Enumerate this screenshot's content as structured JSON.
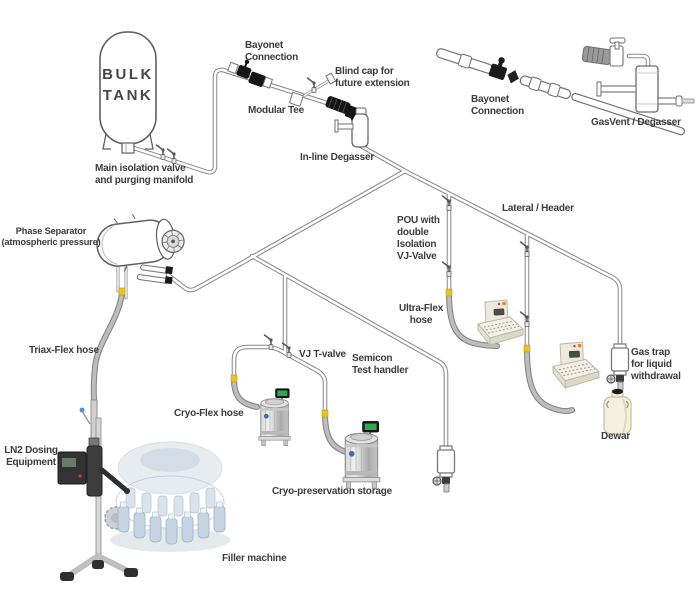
{
  "diagram": {
    "title": "Cryogenic LN2 distribution system schematic",
    "labels": {
      "bulk_tank": "BULK\nTANK",
      "main_isolation_valve": "Main isolation valve\nand purging manifold",
      "bayonet_connection_main": "Bayonet\nConnection",
      "modular_tee": "Modular Tee",
      "blind_cap": "Blind cap for\nfuture extension",
      "inline_degasser": "In-line Degasser",
      "bayonet_connection_detail": "Bayonet\nConnection",
      "gasvent_degasser": "GasVent / Degasser",
      "phase_separator": "Phase Separator\n(atmospheric pressure)",
      "lateral_header": "Lateral / Header",
      "pou_valve": "POU with\ndouble\nIsolation\nVJ-Valve",
      "ultra_flex_hose": "Ultra-Flex\nhose",
      "triax_flex_hose": "Triax-Flex hose",
      "vj_t_valve": "VJ T-valve",
      "cryo_flex_hose": "Cryo-Flex hose",
      "semicon_test_handler": "Semicon\nTest handler",
      "gas_trap": "Gas trap\nfor liquid\nwithdrawal",
      "dewar": "Dewar",
      "ln2_dosing": "LN2 Dosing\nEquipment",
      "cryo_preservation_storage": "Cryo-preservation storage",
      "filler_machine": "Filler machine"
    },
    "colors": {
      "pipe_outline": "#8a8a8a",
      "hose_gray": "#bdbdbd",
      "warning_band_yellow": "#e9c227",
      "fitting_black": "#1a1a1a",
      "steel": "#c9ced2",
      "display_green": "#2fa84f",
      "machine_cream": "#eceadf",
      "bottle_blue": "#c6d4e4",
      "dewar_cream": "#f4efdf",
      "label_text": "#3c3c3c"
    }
  }
}
